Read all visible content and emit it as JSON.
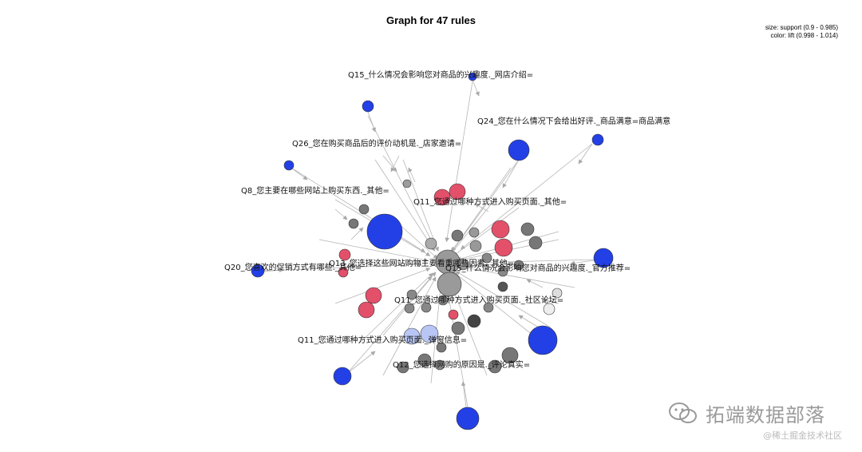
{
  "title": "Graph for 47 rules",
  "legend": {
    "size": "size: support (0.9 - 0.985)",
    "color": "color: lift (0.998 - 1.014)"
  },
  "labels": [
    "Q15_什么情况会影响您对商品的兴趣度._网店介绍=",
    "Q24_您在什么情况下会给出好评._商品满意=商品满意",
    "Q26_您在购买商品后的评价动机是._店家邀请=",
    "Q8_您主要在哪些网站上购买东西._其他=",
    "Q11_您通过哪种方式进入购买页面._其他=",
    "Q20_您喜欢的促销方式有哪些._其他=",
    "Q13_您选择这些网站购物主要看重哪些因素._其他=",
    "Q15_什么情况会影响您对商品的兴趣度._官方推荐=",
    "Q11_您通过哪种方式进入购买页面._社区论坛=",
    "Q11_您通过哪种方式进入购买页面._弹窗信息=",
    "Q12_您选择网购的原因是._评论真实="
  ],
  "watermark": {
    "brand": "拓端数据部落",
    "site": "@稀土掘金技术社区"
  },
  "colors": {
    "blue": "#2340e6",
    "red": "#e2506a",
    "lightblue": "#b8c6f5",
    "edge": "#b5b5b5",
    "arrow": "#a8a8a8"
  }
}
